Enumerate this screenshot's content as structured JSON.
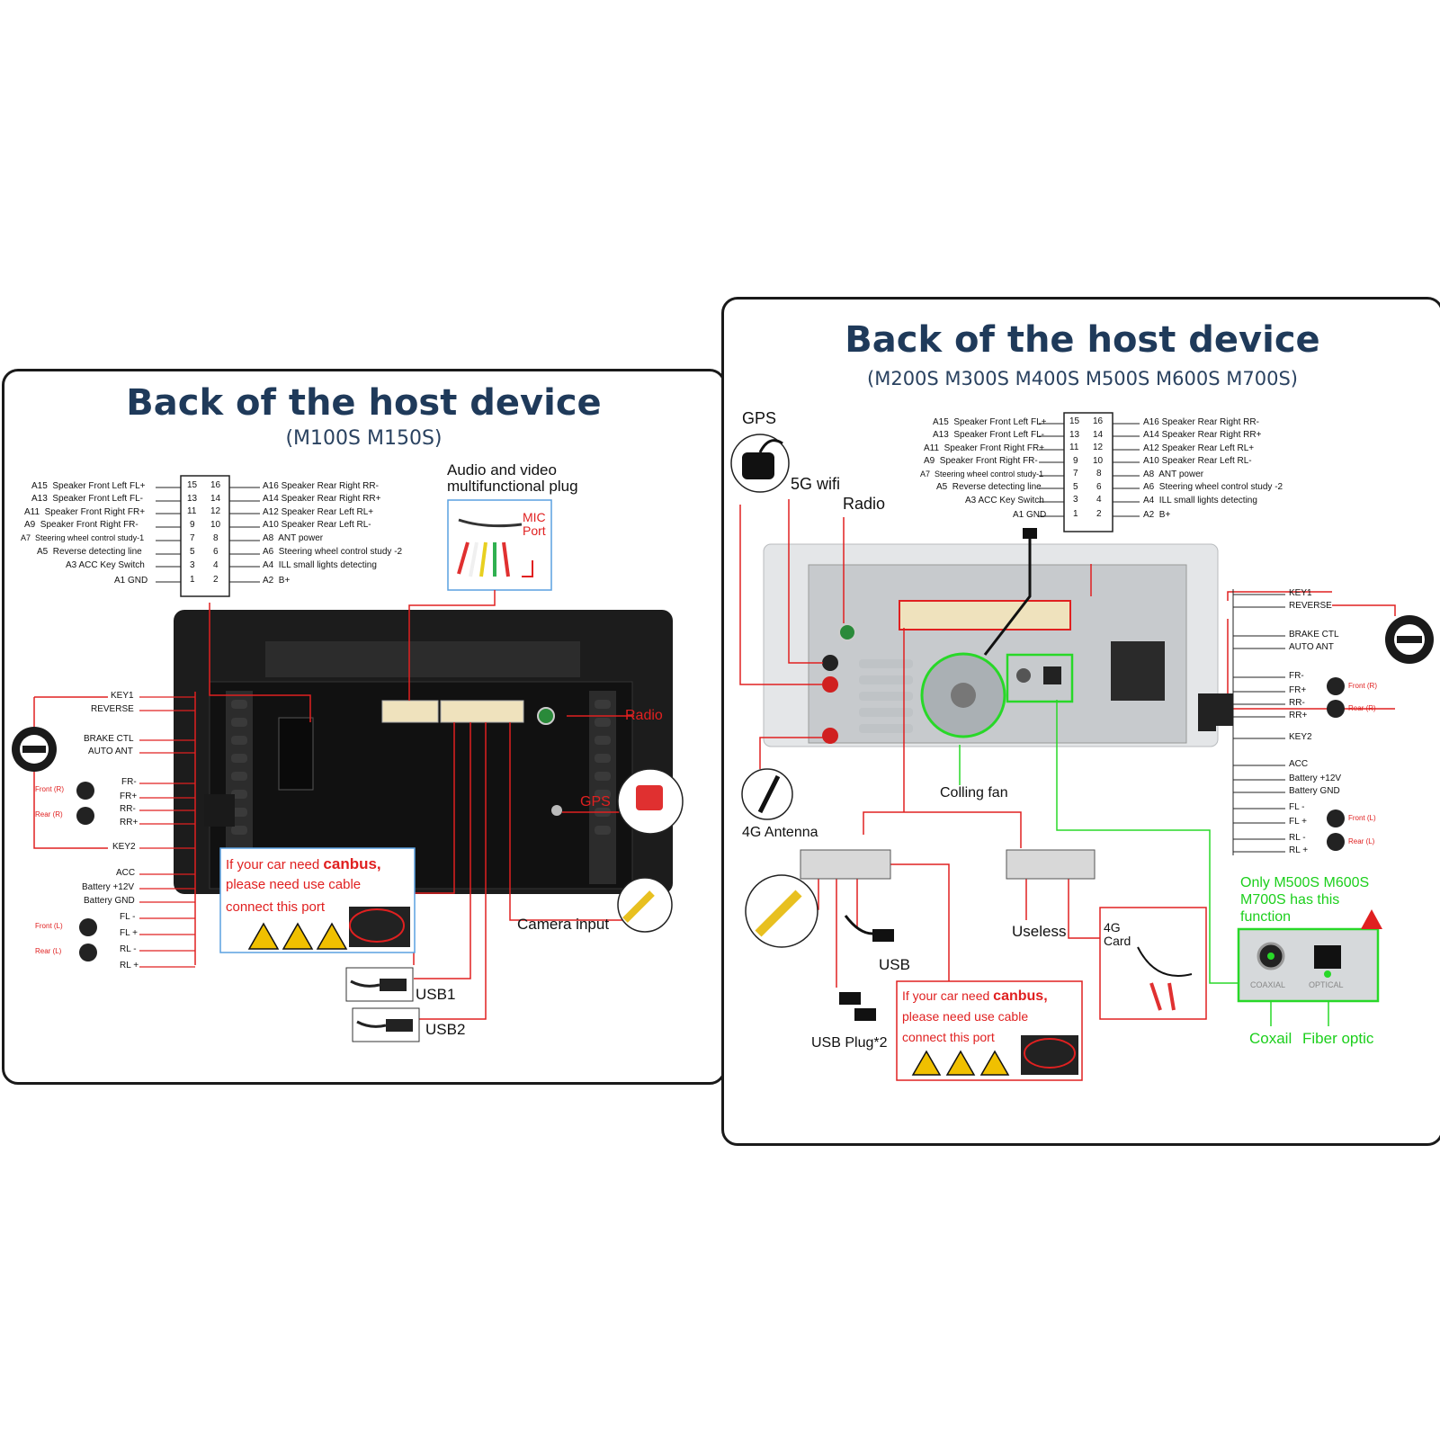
{
  "left": {
    "title": "Back of the host device",
    "subtitle": "(M100S M150S)",
    "pins_left": [
      {
        "code": "A15",
        "name": "Speaker Front Left FL+",
        "pin": "15"
      },
      {
        "code": "A13",
        "name": "Speaker Front Left FL-",
        "pin": "13"
      },
      {
        "code": "A11",
        "name": "Speaker Front Right FR+",
        "pin": "11"
      },
      {
        "code": "A9",
        "name": "Speaker Front Right FR-",
        "pin": "9"
      },
      {
        "code": "A7",
        "name": "Steering wheel control study-1",
        "pin": "7"
      },
      {
        "code": "A5",
        "name": "Reverse detecting line",
        "pin": "5"
      },
      {
        "code": "",
        "name": "A3 ACC Key Switch",
        "pin": "3"
      },
      {
        "code": "",
        "name": "A1 GND",
        "pin": "1"
      }
    ],
    "pins_right": [
      {
        "code": "A16",
        "name": "Speaker Rear Right RR-",
        "pin": "16"
      },
      {
        "code": "A14",
        "name": "Speaker Rear Right RR+",
        "pin": "14"
      },
      {
        "code": "A12",
        "name": "Speaker Rear Left RL+",
        "pin": "12"
      },
      {
        "code": "A10",
        "name": "Speaker Rear Left RL-",
        "pin": "10"
      },
      {
        "code": "A8",
        "name": "ANT power",
        "pin": "8"
      },
      {
        "code": "A6",
        "name": "Steering wheel control study -2",
        "pin": "6"
      },
      {
        "code": "A4",
        "name": "ILL small lights detecting",
        "pin": "4"
      },
      {
        "code": "A2",
        "name": "B+",
        "pin": "2"
      }
    ],
    "av_plug_line1": "Audio and video",
    "av_plug_line2": "multifunctional plug",
    "mic_line1": "MIC",
    "mic_line2": "Port",
    "harness_labels": [
      "KEY1",
      "REVERSE",
      "BRAKE CTL",
      "AUTO ANT",
      "FR-",
      "FR+",
      "RR-",
      "RR+",
      "KEY2",
      "ACC",
      "Battery +12V",
      "Battery GND",
      "FL -",
      "FL +",
      "RL -",
      "RL +"
    ],
    "front_r": "Front (R)",
    "rear_r": "Rear (R)",
    "front_l": "Front (L)",
    "rear_l": "Rear (L)",
    "radio": "Radio",
    "gps": "GPS",
    "canbus_1": "If your car need ",
    "canbus_bold": "canbus,",
    "canbus_2": "please need use cable",
    "canbus_3": "connect this port",
    "camera": "Camera input",
    "usb1": "USB1",
    "usb2": "USB2"
  },
  "right": {
    "title": "Back of the host device",
    "subtitle": "(M200S M300S M400S M500S M600S M700S)",
    "gps": "GPS",
    "wifi": "5G wifi",
    "radio": "Radio",
    "antenna": "4G Antenna",
    "fan": "Colling fan",
    "pins_left": [
      {
        "code": "A15",
        "name": "Speaker Front Left FL+",
        "pin": "15"
      },
      {
        "code": "A13",
        "name": "Speaker Front Left FL-",
        "pin": "13"
      },
      {
        "code": "A11",
        "name": "Speaker Front Right FR+",
        "pin": "11"
      },
      {
        "code": "A9",
        "name": "Speaker Front Right FR-",
        "pin": "9"
      },
      {
        "code": "A7",
        "name": "Steering wheel control study-1",
        "pin": "7"
      },
      {
        "code": "A5",
        "name": "Reverse detecting line",
        "pin": "5"
      },
      {
        "code": "",
        "name": "A3 ACC Key Switch",
        "pin": "3"
      },
      {
        "code": "",
        "name": "A1 GND",
        "pin": "1"
      }
    ],
    "pins_right": [
      {
        "code": "A16",
        "name": "Speaker Rear Right RR-",
        "pin": "16"
      },
      {
        "code": "A14",
        "name": "Speaker Rear Right RR+",
        "pin": "14"
      },
      {
        "code": "A12",
        "name": "Speaker Rear Left RL+",
        "pin": "12"
      },
      {
        "code": "A10",
        "name": "Speaker Rear Left RL-",
        "pin": "10"
      },
      {
        "code": "A8",
        "name": "ANT power",
        "pin": "8"
      },
      {
        "code": "A6",
        "name": "Steering wheel control study -2",
        "pin": "6"
      },
      {
        "code": "A4",
        "name": "ILL small lights detecting",
        "pin": "4"
      },
      {
        "code": "A2",
        "name": "B+",
        "pin": "2"
      }
    ],
    "harness_labels": [
      "KEY1",
      "REVERSE",
      "BRAKE CTL",
      "AUTO ANT",
      "FR-",
      "FR+",
      "RR-",
      "RR+",
      "KEY2",
      "ACC",
      "Battery +12V",
      "Battery GND",
      "FL -",
      "FL +",
      "RL -",
      "RL +"
    ],
    "front_r": "Front (R)",
    "rear_r": "Rear (R)",
    "front_l": "Front (L)",
    "rear_l": "Rear (L)",
    "usb": "USB",
    "usb_plug": "USB Plug*2",
    "useless": "Useless",
    "card_1": "4G",
    "card_2": "Card",
    "canbus_1": "If your car need ",
    "canbus_bold": "canbus,",
    "canbus_2": "please need use cable",
    "canbus_3": "connect this port",
    "only_1": "Only M500S M600S",
    "only_2": "M700S has this",
    "only_3": "function",
    "coaxial_print": "COAXIAL",
    "optical_print": "OPTICAL",
    "coaxial": "Coxail",
    "fiber": "Fiber optic"
  },
  "colors": {
    "title": "#1f3a5a",
    "accent_red": "#e02020",
    "accent_green": "#1ccf1c",
    "device_dark": "#1c1c1c",
    "device_light": "#d9dcde"
  }
}
